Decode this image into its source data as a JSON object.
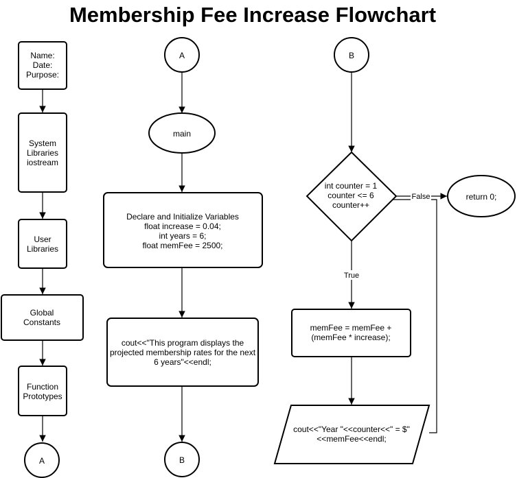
{
  "title": "Membership Fee Increase Flowchart",
  "column1": {
    "header_box": [
      "Name:",
      "Date:",
      "Purpose:"
    ],
    "system_libraries": [
      "System",
      "Libraries",
      "iostream"
    ],
    "user_libraries": [
      "User",
      "Libraries"
    ],
    "global_constants": [
      "Global",
      "Constants"
    ],
    "function_prototypes": [
      "Function",
      "Prototypes"
    ],
    "connector_a": "A"
  },
  "column2": {
    "connector_a": "A",
    "main": "main",
    "declare": [
      "Declare and Initialize Variables",
      "float increase = 0.04;",
      "int years = 6;",
      "float memFee = 2500;"
    ],
    "cout_intro": [
      "cout<<\"This program displays the",
      "projected membership rates for the next",
      "6 years\"<<endl;"
    ],
    "connector_b": "B"
  },
  "column3": {
    "connector_b": "B",
    "loop_decision": [
      "int counter = 1",
      "counter <= 6",
      "counter++"
    ],
    "false_label": "False",
    "true_label": "True",
    "return": "return 0;",
    "update_fee": [
      "memFee = memFee +",
      "(memFee * increase);"
    ],
    "cout_year": [
      "cout<<\"Year \"<<counter<<\" = $\"",
      "<<memFee<<endl;"
    ]
  }
}
